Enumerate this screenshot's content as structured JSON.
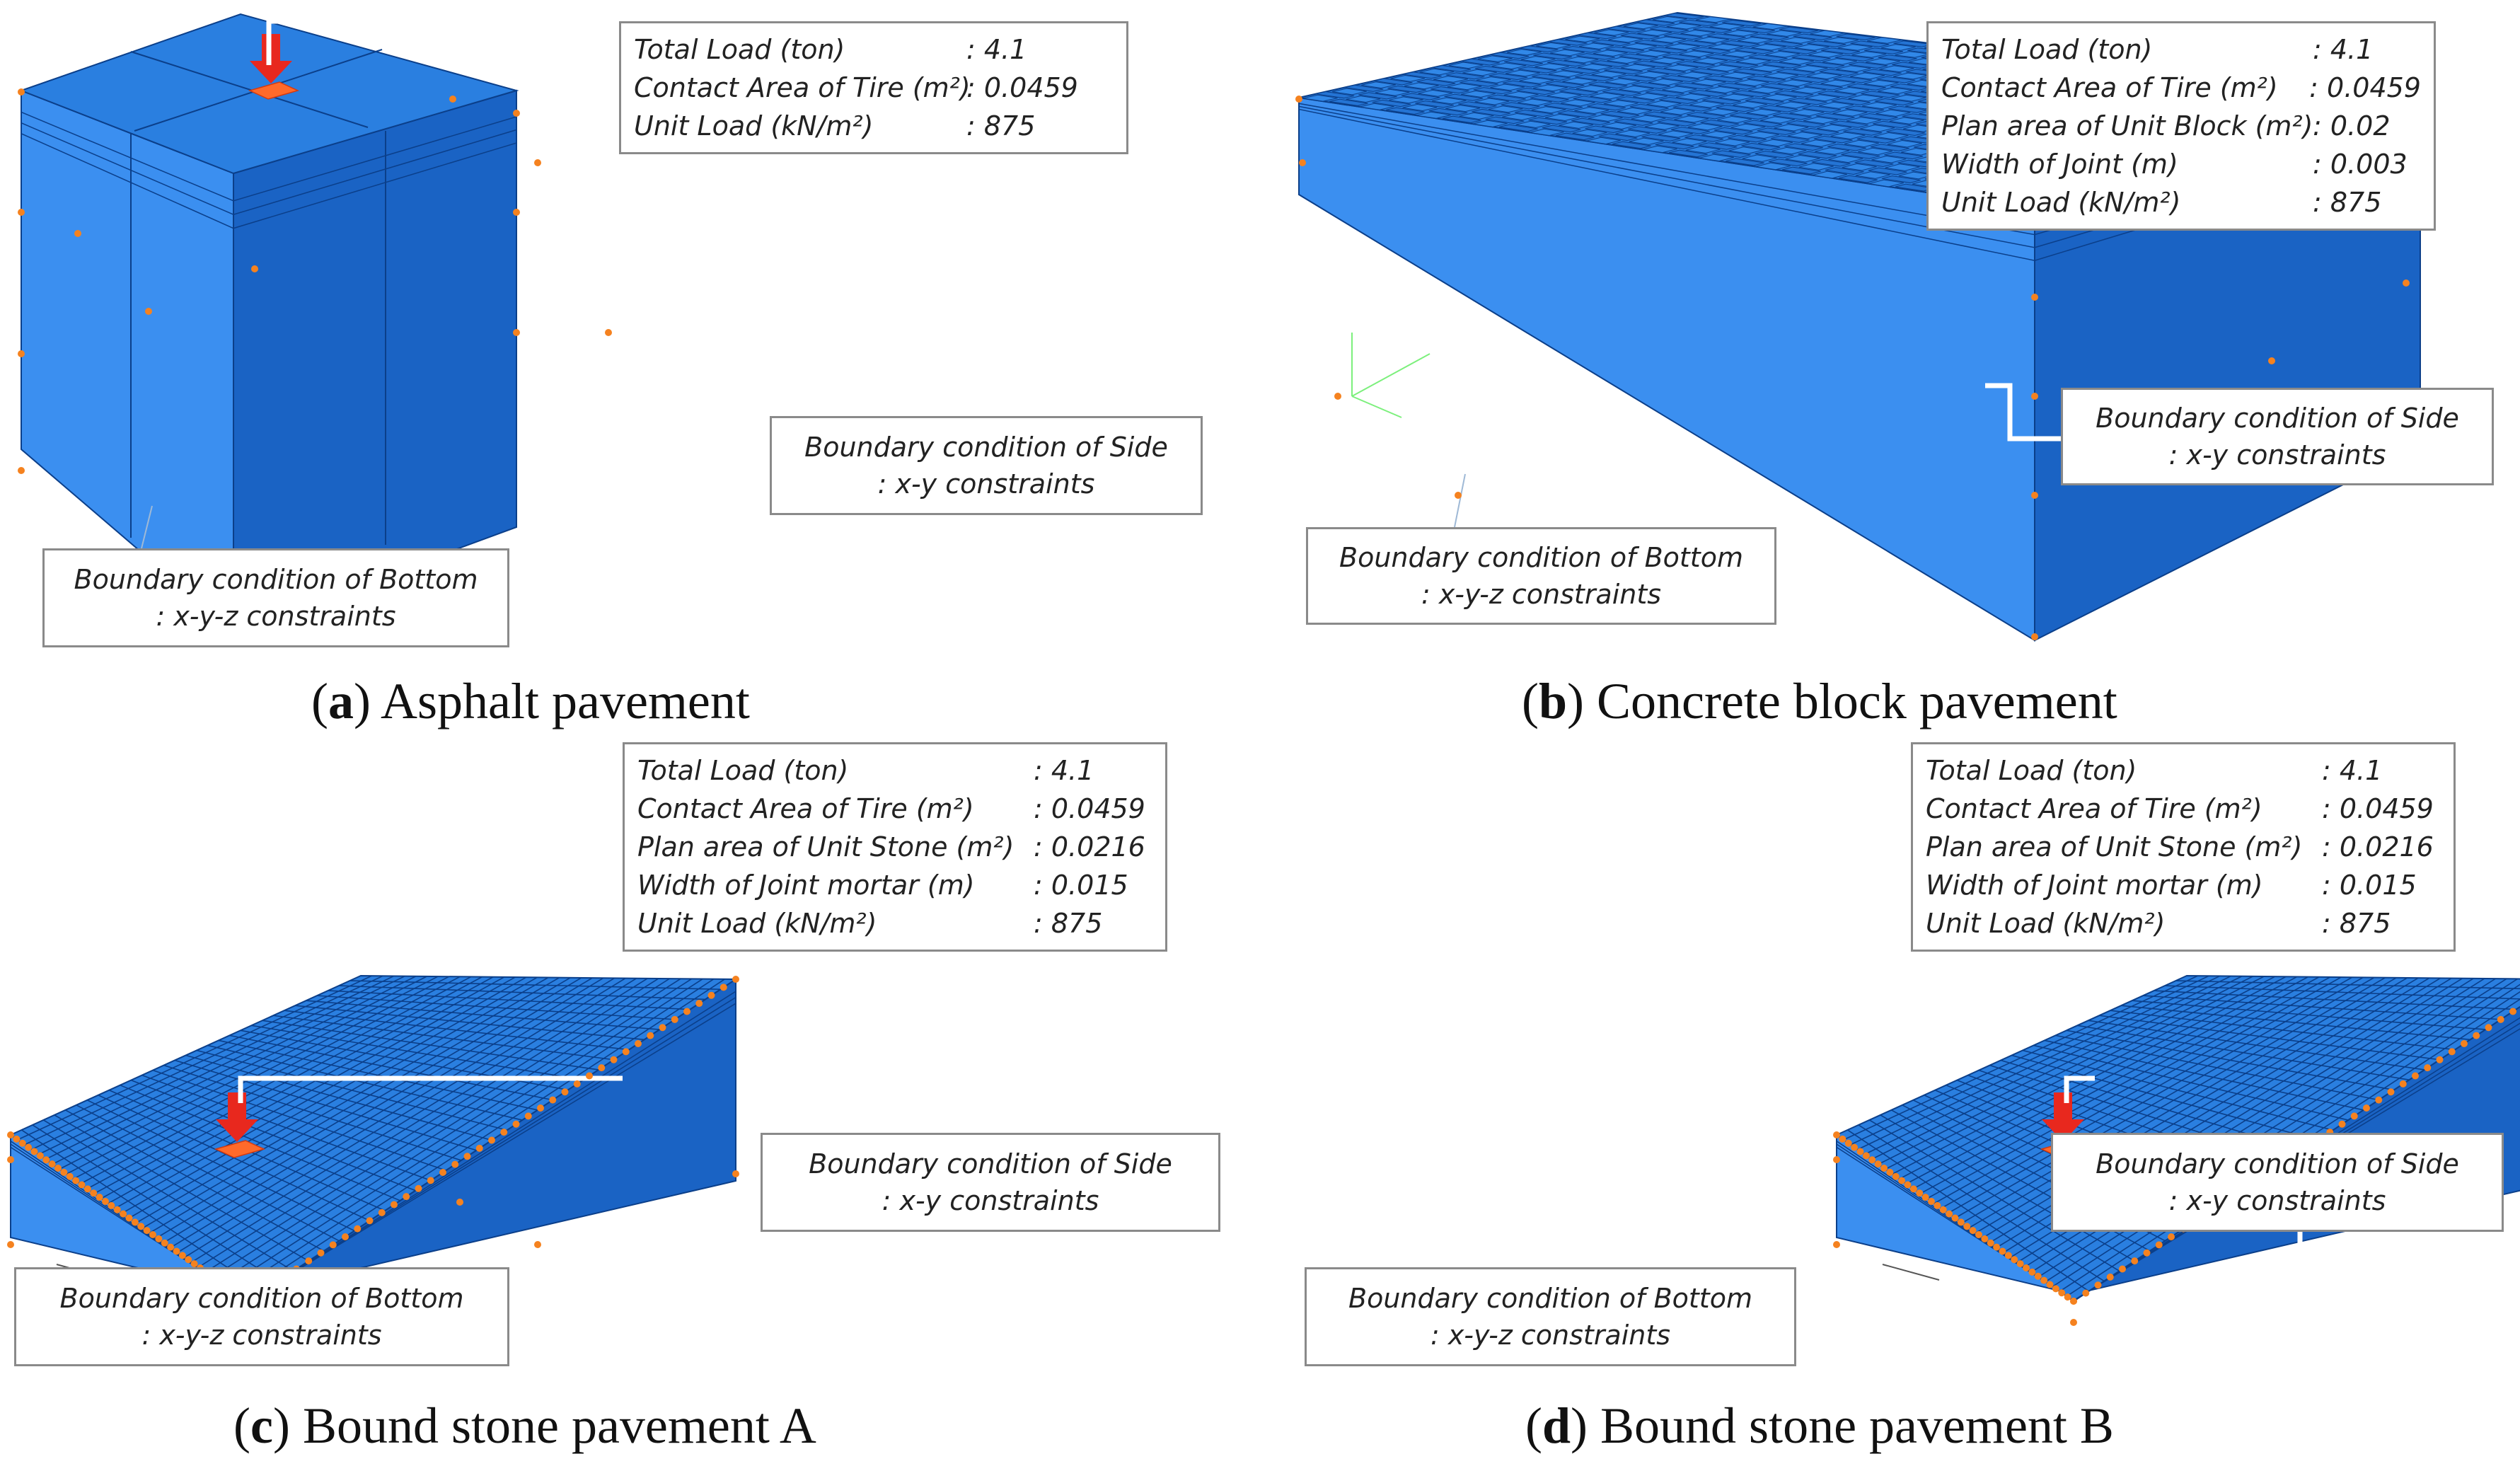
{
  "panels": [
    {
      "id": "a",
      "letter": "a",
      "caption": "Asphalt pavement",
      "surface": "plain",
      "info": [
        {
          "label": "Total Load (ton)",
          "value": ": 4.1"
        },
        {
          "label": "Contact Area of Tire (m²)",
          "value": ": 0.0459"
        },
        {
          "label": "Unit Load (kN/m²)",
          "value": ":  875"
        }
      ],
      "side_bc": [
        "Boundary condition of Side",
        ": x-y  constraints"
      ],
      "bottom_bc": [
        "Boundary condition of Bottom",
        ": x-y-z  constraints"
      ]
    },
    {
      "id": "b",
      "letter": "b",
      "caption": "Concrete block pavement",
      "surface": "herringbone",
      "info": [
        {
          "label": "Total Load (ton)",
          "value": ": 4.1"
        },
        {
          "label": "Contact Area of Tire (m²)",
          "value": ": 0.0459"
        },
        {
          "label": "Plan area of Unit Block (m²)",
          "value": ": 0.02"
        },
        {
          "label": "Width of Joint (m)",
          "value": ": 0.003"
        },
        {
          "label": "Unit Load (kN/m²)",
          "value": ":  875"
        }
      ],
      "side_bc": [
        "Boundary condition of Side",
        ": x-y  constraints"
      ],
      "bottom_bc": [
        "Boundary condition of Bottom",
        ": x-y-z  constraints"
      ]
    },
    {
      "id": "c",
      "letter": "c",
      "caption": "Bound stone pavement A",
      "surface": "grid",
      "info": [
        {
          "label": "Total Load (ton)",
          "value": ": 4.1"
        },
        {
          "label": "Contact Area of Tire (m²)",
          "value": ": 0.0459"
        },
        {
          "label": "Plan area of Unit Stone (m²)",
          "value": ": 0.0216"
        },
        {
          "label": "Width of Joint mortar   (m)",
          "value": ": 0.015"
        },
        {
          "label": "Unit Load (kN/m²)",
          "value": ":  875"
        }
      ],
      "side_bc": [
        "Boundary condition of Side",
        ": x-y  constraints"
      ],
      "bottom_bc": [
        "Boundary condition of Bottom",
        ": x-y-z  constraints"
      ]
    },
    {
      "id": "d",
      "letter": "d",
      "caption": "Bound stone pavement B",
      "surface": "grid",
      "info": [
        {
          "label": "Total Load (ton)",
          "value": ": 4.1"
        },
        {
          "label": "Contact Area of Tire (m²)",
          "value": ": 0.0459"
        },
        {
          "label": "Plan area of Unit Stone (m²)",
          "value": ": 0.0216"
        },
        {
          "label": "Width of Joint mortar   (m)",
          "value": ": 0.015"
        },
        {
          "label": "Unit Load (kN/m²)",
          "value": ":  875"
        }
      ],
      "side_bc": [
        "Boundary condition of Side",
        ": x-y  constraints"
      ],
      "bottom_bc": [
        "Boundary condition of Bottom",
        ": x-y-z  constraints"
      ]
    }
  ],
  "colors": {
    "top": "#2a7fe0",
    "left_face": "#3b8ff0",
    "right_face": "#1a63c4",
    "grid_line": "#0b3f8a",
    "node": "#f5821f",
    "load": "#e8281e"
  }
}
